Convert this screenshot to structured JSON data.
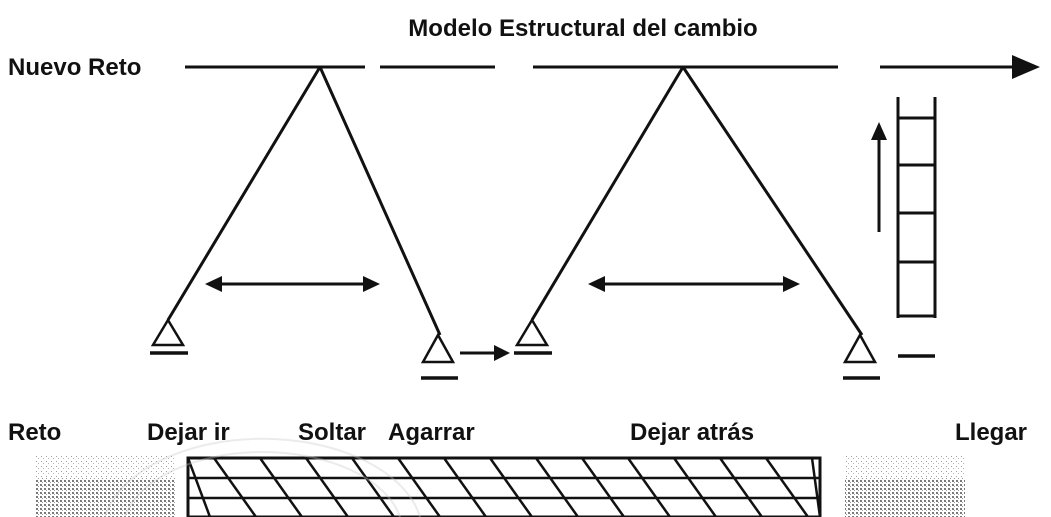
{
  "title": "Modelo Estructural del cambio",
  "top_label": "Nuevo Reto",
  "stages": [
    "Reto",
    "Dejar ir",
    "Soltar",
    "Agarrar",
    "Dejar atrás",
    "Llegar"
  ],
  "colors": {
    "ink": "#111111",
    "background": "#ffffff",
    "stipple": "#9a9a9a",
    "watermark": "#c8c8c8"
  }
}
